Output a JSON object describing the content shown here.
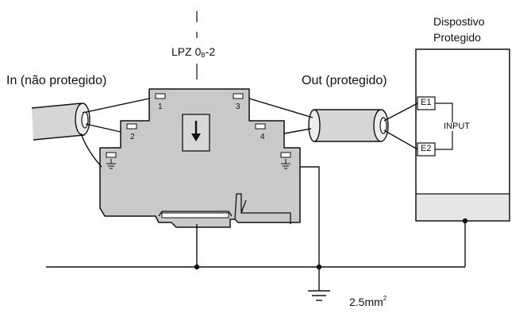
{
  "labels": {
    "zone_prefix": "LPZ 0",
    "zone_subscript": "B",
    "zone_suffix": "-2",
    "input_side": "In (não protegido)",
    "output_side": "Out (protegido)",
    "device_line1": "Dispostivo",
    "device_line2": "Protegido",
    "input_block": "INPUT",
    "terminal_e1": "E1",
    "terminal_e2": "E2",
    "terminal_1": "1",
    "terminal_2": "2",
    "terminal_3": "3",
    "terminal_4": "4",
    "ground_size": "2.5mm",
    "ground_size_exponent": "2"
  },
  "colors": {
    "module_fill": "#c9c9c9",
    "cable_fill": "#d6d6d6",
    "device_band": "#e6e6e6",
    "line": "#111111"
  },
  "icons": {
    "ground": "earth-ground-icon",
    "arrow": "down-arrow-icon"
  }
}
